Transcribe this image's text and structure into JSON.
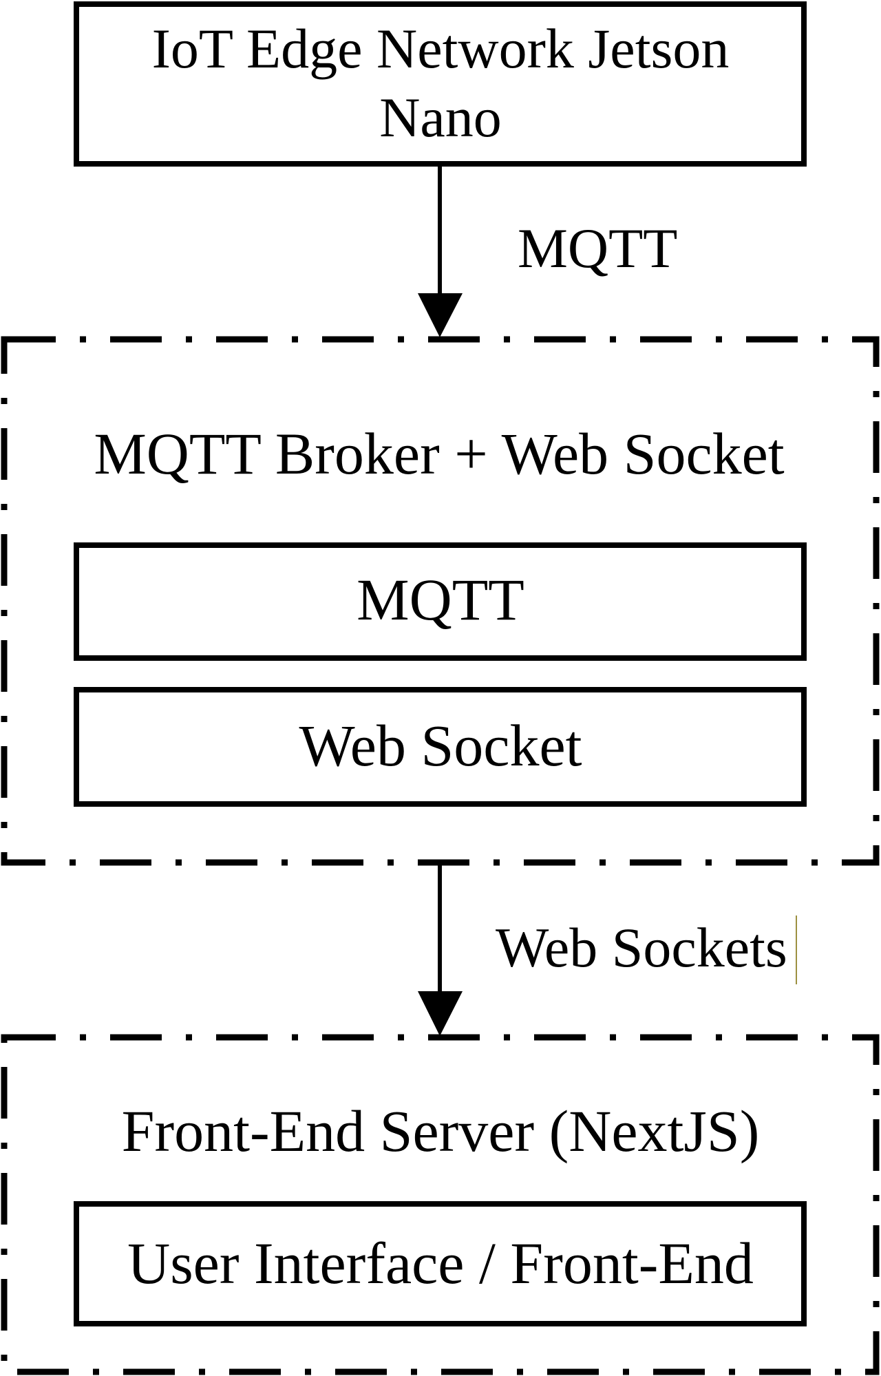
{
  "diagram": {
    "nodes": {
      "edge_device": {
        "lines": [
          "IoT Edge Network Jetson",
          "Nano"
        ]
      },
      "broker_group": {
        "title": "MQTT Broker + Web Socket",
        "children": {
          "mqtt": "MQTT",
          "web_socket": "Web Socket"
        }
      },
      "frontend_group": {
        "title": "Front-End Server (NextJS)",
        "children": {
          "ui": "User Interface / Front-End"
        }
      }
    },
    "edges": [
      {
        "from": "edge_device",
        "to": "broker_group",
        "label": "MQTT"
      },
      {
        "from": "broker_group",
        "to": "frontend_group",
        "label": "Web Sockets"
      }
    ],
    "colors": {
      "stroke": "#000000",
      "background": "#ffffff",
      "cursor_line": "#7a6a00"
    }
  }
}
